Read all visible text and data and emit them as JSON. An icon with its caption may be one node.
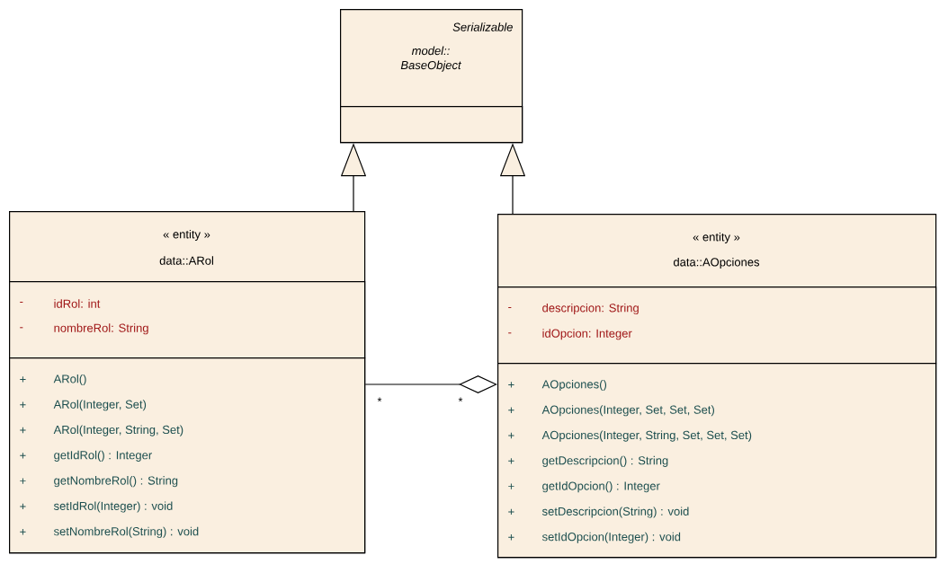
{
  "diagram": {
    "nodes": [
      {
        "text": [
          "Serializable",
          "model:: BaseObject"
        ]
      },
      {
        "text": [],
        "shape": "box",
        "in": 0
      },
      {
        "text": [
          "« entity »",
          "data::ARol"
        ]
      },
      {
        "text": [
          "-",
          "idRol:  int",
          "-",
          "nombreRol:  String"
        ],
        "in": 2
      },
      {
        "text": [
          "+",
          "ARol()",
          "+",
          "ARol(Integer, Set)",
          "+",
          "ARol(Integer, String, Set)",
          "+",
          "getIdRol() : Integer",
          "+",
          "getNombreRol() : String",
          "+",
          "setIdRol(Integer) : void",
          "+",
          "setNombreRol(String) : void"
        ],
        "in": 2
      },
      {
        "text": [
          "« entity »",
          "data::AOpciones"
        ]
      },
      {
        "text": [
          "-",
          "descripcion:  String",
          "-",
          "idOpcion:  Integer"
        ],
        "in": 5
      },
      {
        "text": [
          "+",
          "AOpciones()",
          "+",
          "AOpciones(Integer, Set, Set, Set)",
          "+",
          "AOpciones(Integer, String, Set, Set, Set)",
          "+",
          "getDescripcion() : String",
          "+",
          "getIdOpcion() : Integer",
          "+",
          "setDescripcion(String) : void",
          "+",
          "setIdOpcion(Integer) : void"
        ],
        "in": 5
      }
    ],
    "edges": [
      {
        "from": 2,
        "to": 0,
        "arrow": "to"
      },
      {
        "from": 5,
        "to": 0,
        "arrow": "to"
      },
      {
        "from": 2,
        "to": 5,
        "arrow": "other"
      }
    ],
    "labels": [
      "*",
      "*"
    ]
  }
}
